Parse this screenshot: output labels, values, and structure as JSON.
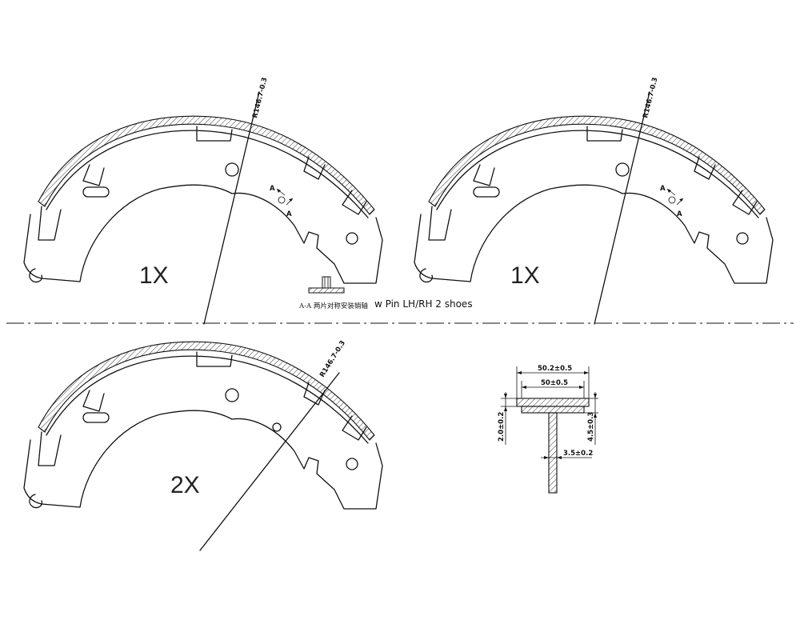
{
  "drawing": {
    "shoes": [
      {
        "id": "top-left",
        "quantity_label": "1X",
        "radius_label": "R146.7-0.3",
        "section_mark": "A"
      },
      {
        "id": "top-right",
        "quantity_label": "1X",
        "radius_label": "R146.7-0.3",
        "section_mark": "A"
      },
      {
        "id": "bottom-left",
        "quantity_label": "2X",
        "radius_label": "R146.7-0.3"
      }
    ],
    "section_caption": "A-A 两片对称安装销轴",
    "pin_note": "w Pin LH/RH 2 shoes",
    "cross_section": {
      "width_outer": "50.2±0.5",
      "width_inner": "50±0.5",
      "left_height": "2.0±0.2",
      "right_height": "4.5±0.3",
      "web_thickness": "3.5±0.2"
    }
  }
}
